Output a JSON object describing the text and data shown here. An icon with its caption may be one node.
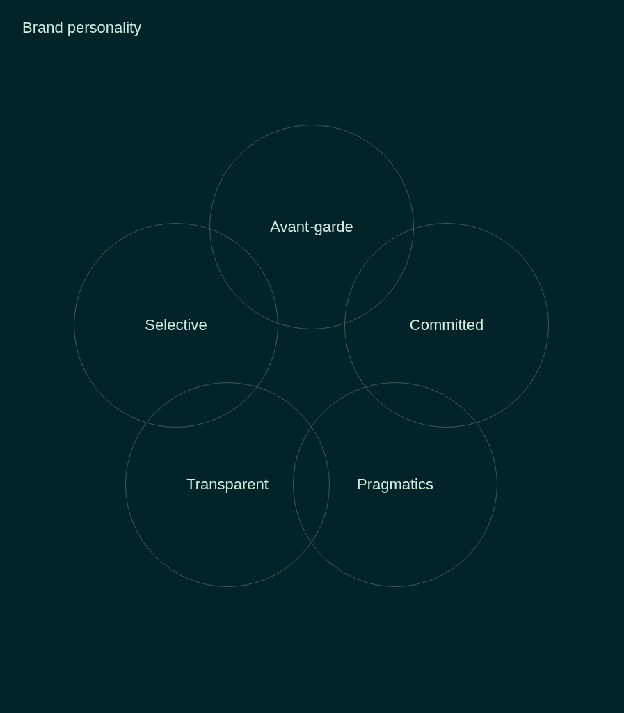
{
  "diagram": {
    "title": "Brand personality",
    "nodes": [
      {
        "text": [
          "Avant-garde"
        ]
      },
      {
        "text": [
          "Selective"
        ]
      },
      {
        "text": [
          "Committed"
        ]
      },
      {
        "text": [
          "Transparent"
        ]
      },
      {
        "text": [
          "Pragmatics"
        ]
      }
    ]
  }
}
